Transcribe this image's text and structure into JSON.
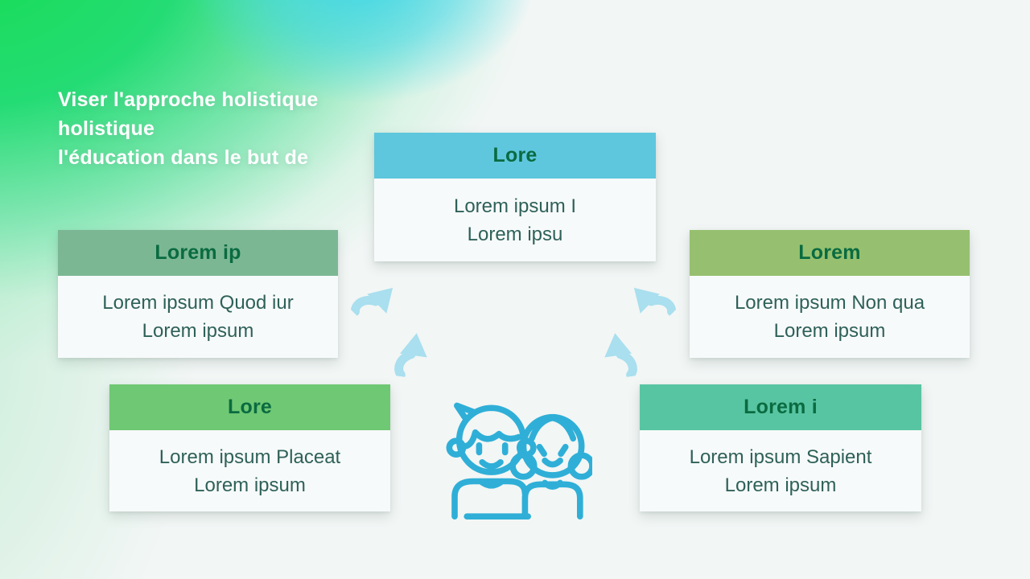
{
  "slide": {
    "title_lines": [
      "Viser l'approche holistique",
      "holistique",
      "l'éducation dans le but de"
    ]
  },
  "cards": [
    {
      "position": "top-center",
      "header": "Lore",
      "header_color": "#5ec7dd",
      "body_lines": [
        "Lorem ipsum I",
        "Lorem ipsu"
      ]
    },
    {
      "position": "middle-left",
      "header": "Lorem ip",
      "header_color": "#7cb794",
      "body_lines": [
        "Lorem ipsum Quod iur",
        "Lorem ipsum"
      ]
    },
    {
      "position": "middle-right",
      "header": "Lorem",
      "header_color": "#96c06f",
      "body_lines": [
        "Lorem ipsum Non qua",
        "Lorem ipsum"
      ]
    },
    {
      "position": "bottom-left",
      "header": "Lore",
      "header_color": "#6fc873",
      "body_lines": [
        "Lorem ipsum Placeat",
        "Lorem ipsum"
      ]
    },
    {
      "position": "bottom-right",
      "header": "Lorem i",
      "header_color": "#58c5a2",
      "body_lines": [
        "Lorem ipsum Sapient",
        "Lorem ipsum"
      ]
    }
  ],
  "icons": {
    "children_icon": "two-children-line-art",
    "arrow_icon": "curved-up-arrow"
  },
  "colors": {
    "title_text": "#ffffff",
    "header_text": "#0a6b41",
    "body_text": "#2e6159",
    "card_body_bg": "#f7fafa",
    "arrow_blue": "#a9dfee",
    "icon_blue": "#2fafd7",
    "bg_green": "#1edc5a",
    "bg_cyan": "#3ed6e9",
    "bg_base": "#f2f6f5"
  }
}
